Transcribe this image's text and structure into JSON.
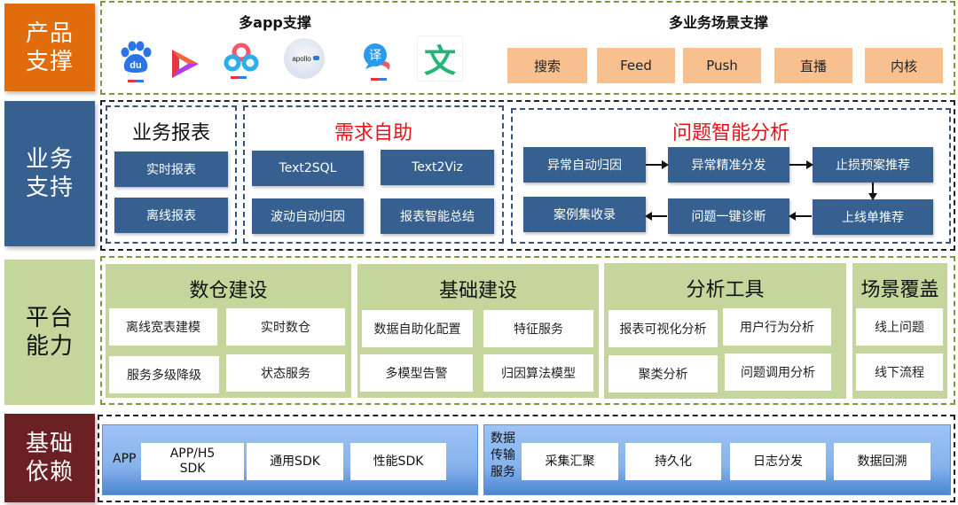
{
  "layers": {
    "product": {
      "label": "产品\n支撑",
      "color": "#e06c0b",
      "apps_title": "多app支撑",
      "apps": [
        {
          "name": "baidu-app",
          "icon": "baidu-paw-icon"
        },
        {
          "name": "video-app",
          "icon": "play-triangle-icon"
        },
        {
          "name": "netdisk-app",
          "icon": "cloud-icon"
        },
        {
          "name": "apollo-app",
          "icon": "apollo-icon",
          "text": "apollo"
        },
        {
          "name": "translate-app",
          "icon": "translate-bubble-icon",
          "text": "译"
        },
        {
          "name": "wenku-app",
          "icon": "wen-icon",
          "text": "文"
        }
      ],
      "scenes_title": "多业务场景支撑",
      "scenes": [
        "搜索",
        "Feed",
        "Push",
        "直播",
        "内核"
      ]
    },
    "business": {
      "label": "业务\n支持",
      "color": "#36608f",
      "reports": {
        "title": "业务报表",
        "items": [
          "实时报表",
          "离线报表"
        ]
      },
      "self_service": {
        "title": "需求自助",
        "items": [
          "Text2SQL",
          "Text2Viz",
          "波动自动归因",
          "报表智能总结"
        ]
      },
      "analysis": {
        "title": "问题智能分析",
        "row1": [
          "异常自动归因",
          "异常精准分发",
          "止损预案推荐"
        ],
        "row2": [
          "案例集收录",
          "问题一键诊断",
          "上线单推荐"
        ]
      }
    },
    "platform": {
      "label": "平台\n能力",
      "color": "#c4d69c",
      "groups": [
        {
          "title": "数仓建设",
          "items": [
            "离线宽表建模",
            "实时数仓",
            "服务多级降级",
            "状态服务"
          ]
        },
        {
          "title": "基础建设",
          "items": [
            "数据自助化配置",
            "特征服务",
            "多模型告警",
            "归因算法模型"
          ]
        },
        {
          "title": "分析工具",
          "items": [
            "报表可视化分析",
            "用户行为分析",
            "聚类分析",
            "问题调用分析"
          ]
        },
        {
          "title": "场景覆盖",
          "items": [
            "线上问题",
            "线下流程"
          ]
        }
      ]
    },
    "foundation": {
      "label": "基础\n依赖",
      "color": "#6b2123",
      "app": {
        "label": "APP",
        "items": [
          "APP/H5\nSDK",
          "通用SDK",
          "性能SDK"
        ]
      },
      "transfer": {
        "label": "数据\n传输\n服务",
        "items": [
          "采集汇聚",
          "持久化",
          "日志分发",
          "数据回溯"
        ]
      }
    }
  }
}
